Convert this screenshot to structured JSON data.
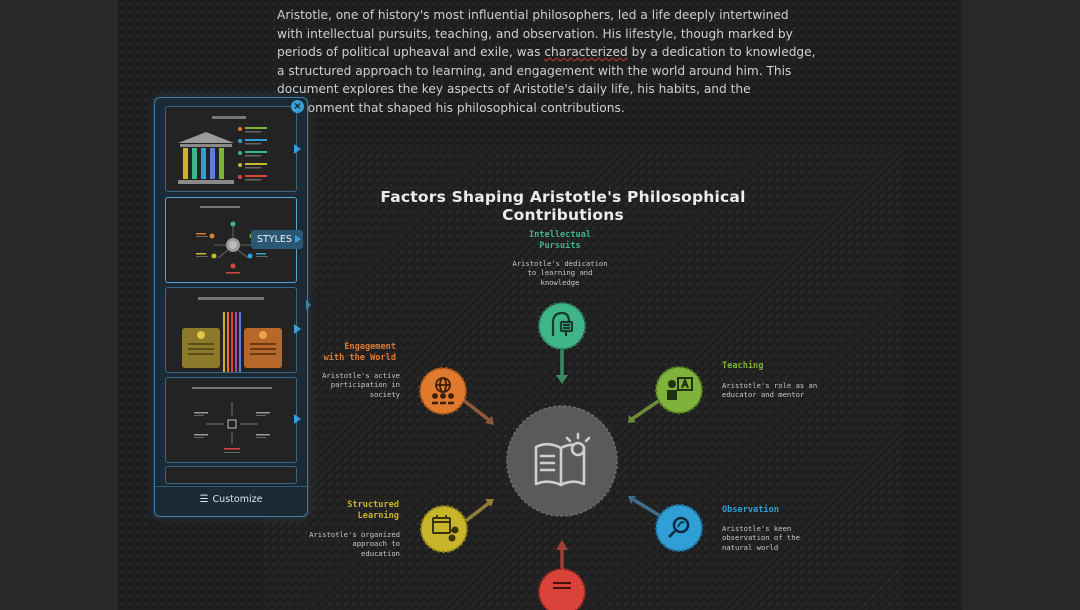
{
  "document": {
    "intro_part1": "Aristotle, one of history's most influential philosophers, led a life deeply intertwined with intellectual pursuits, teaching, and observation. His lifestyle, though marked by periods of political upheaval and exile, was ",
    "intro_squiggle": "characterized",
    "intro_part2": " by a dedication to knowledge, a structured approach to learning, and engagement with the world around him. This document explores the key aspects of Aristotle's daily life, his habits, and the environment that shaped his philosophical contributions."
  },
  "infographic": {
    "title": "Factors Shaping Aristotle's Philosophical Contributions",
    "center_icon": "book-lightbulb-icon",
    "factors": [
      {
        "title": "Intellectual\nPursuits",
        "desc": "Aristotle's dedication\nto learning and\nknowledge",
        "color": "#3fb58a",
        "icon": "thinking-head-icon"
      },
      {
        "title": "Teaching",
        "desc": "Aristotle's role as an\neducator and mentor",
        "color": "#7fb23a",
        "icon": "teacher-board-icon"
      },
      {
        "title": "Observation",
        "desc": "Aristotle's keen\nobservation of the\nnatural world",
        "color": "#2f9fd6",
        "icon": "magnifier-icon"
      },
      {
        "title": "Structured\nLearning",
        "desc": "Aristotle's organized\napproach to\neducation",
        "color": "#c9b52a",
        "icon": "calendar-network-icon"
      },
      {
        "title": "Engagement\nwith the World",
        "desc": "Aristotle's active\nparticipation in\nsociety",
        "color": "#e07a2e",
        "icon": "globe-people-icon"
      },
      {
        "title": "",
        "desc": "",
        "color": "#d9433a",
        "icon": "document-icon"
      }
    ]
  },
  "styles_panel": {
    "styles_label": "STYLES",
    "customize_label": "Customize",
    "close_icon": "close-icon",
    "accent": "#3a9fd8"
  },
  "colors": {
    "page_bg": "#1f1f20",
    "app_bg": "#29292a",
    "panel_bg": "#1b2a35",
    "panel_border": "#3d7fa5"
  }
}
